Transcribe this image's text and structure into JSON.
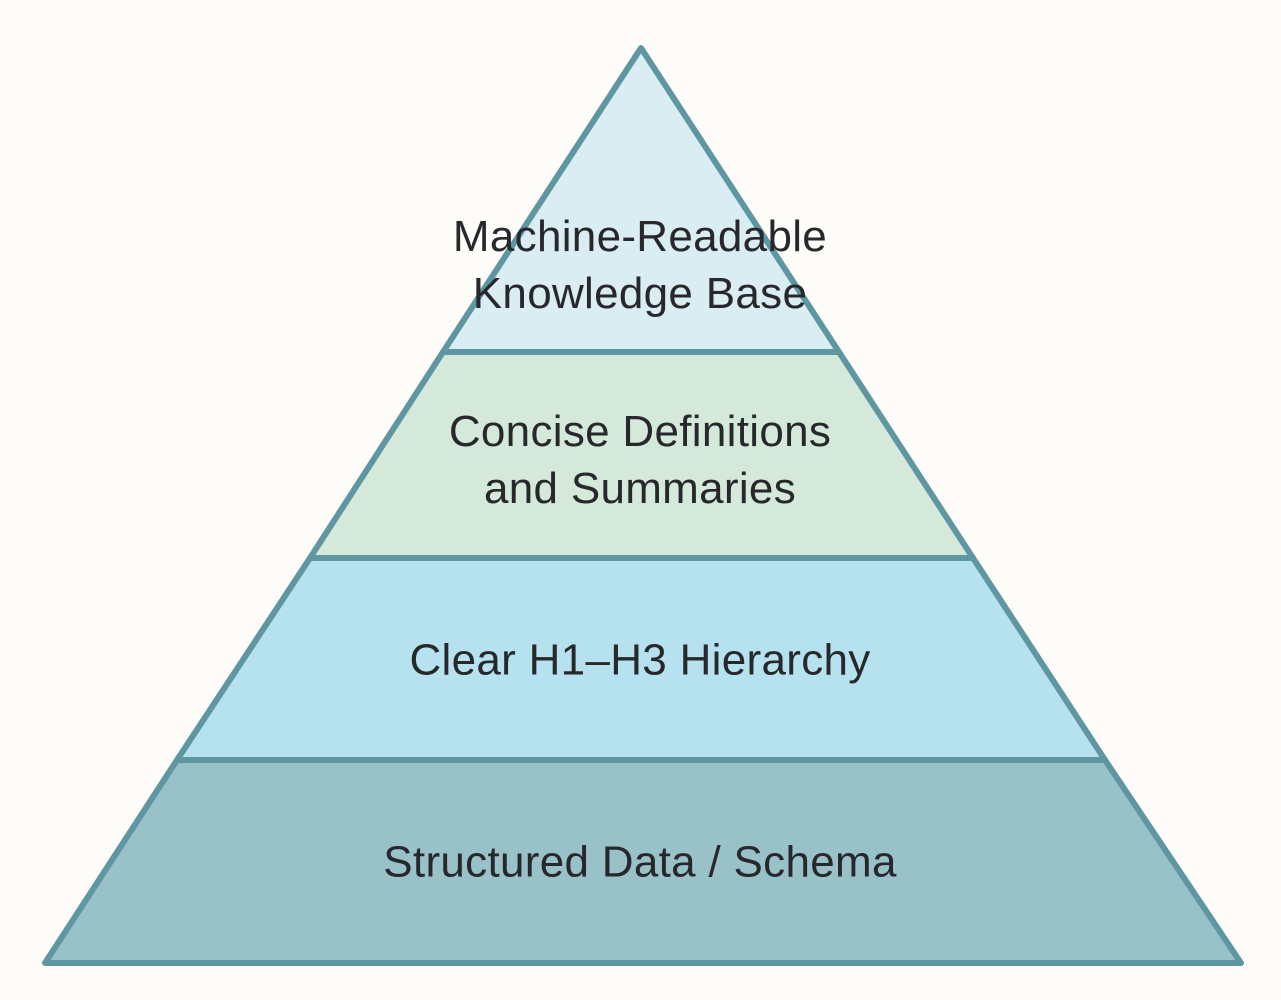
{
  "diagram": {
    "type": "pyramid",
    "tier_count": 4,
    "background": "#fdfcf9",
    "stroke_color": "#5e96a2",
    "text_color": "#27282c",
    "tiers": [
      {
        "rank": 1,
        "position": "top",
        "label": "Machine-Readable\nKnowledge Base",
        "fill": "#d9edf3"
      },
      {
        "rank": 2,
        "position": "upper-middle",
        "label": "Concise Definitions\nand Summaries",
        "fill": "#d5e9da"
      },
      {
        "rank": 3,
        "position": "lower-middle",
        "label": "Clear H1–H3 Hierarchy",
        "fill": "#b6e1ee"
      },
      {
        "rank": 4,
        "position": "base",
        "label": "Structured Data / Schema",
        "fill": "#99c2c8"
      }
    ]
  }
}
